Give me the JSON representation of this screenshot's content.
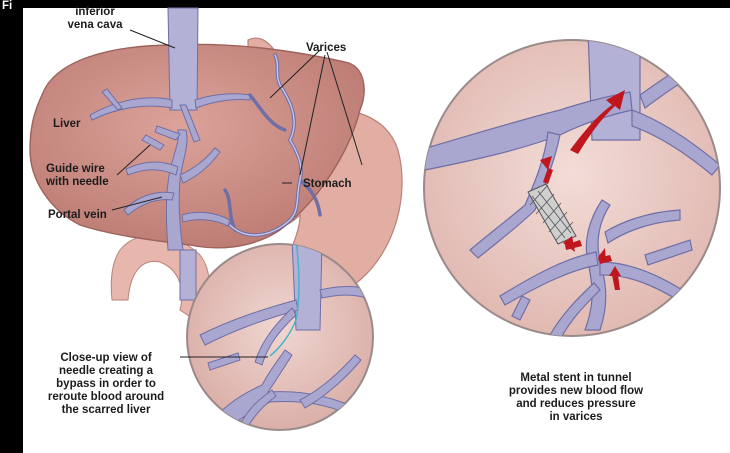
{
  "corner_text": "Fi",
  "labels": {
    "ivc": "inferior\nvena cava",
    "varices": "Varices",
    "liver": "Liver",
    "guide_wire": "Guide wire\nwith needle",
    "stomach": "Stomach",
    "portal_vein": "Portal vein",
    "closeup": "Close-up view of\nneedle creating a\nbypass in order to\nreroute blood around\nthe scarred liver",
    "stent": "Metal stent in tunnel\nprovides new blood flow\nand reduces pressure\nin varices"
  },
  "colors": {
    "background": "#000000",
    "panel": "#ffffff",
    "liver": "#c6877f",
    "stomach": "#e2ada2",
    "vein": "#a9a7d0",
    "vein_outline": "#6f6fa6",
    "flow_arrow": "#c0171f",
    "stent": "#8d8d8d"
  }
}
